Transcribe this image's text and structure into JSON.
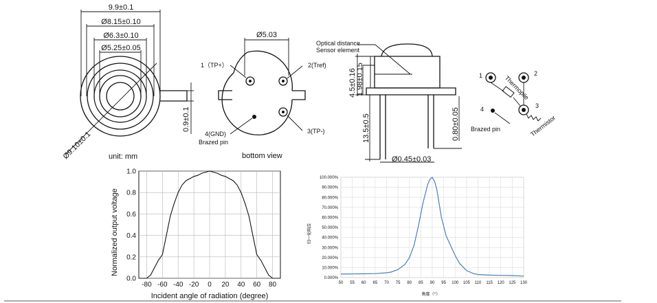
{
  "top_view": {
    "dims": [
      "9.9±0.1",
      "Ø8.15±0.10",
      "Ø6.3±0.10",
      "Ø5.25±0.05"
    ],
    "diag_dim": "Ø9.10±0.1",
    "side_dim": "0.9±0.1",
    "unit_label": "unit: mm"
  },
  "bottom_view": {
    "diameter": "Ø5.03",
    "pin1": "1（TP+）",
    "pin2": "2(Tref)",
    "pin3": "3(TP-)",
    "pin4_line1": "4(GND)",
    "pin4_line2": "Brazed pin",
    "caption": "bottom view"
  },
  "side_view": {
    "label_line1": "Optical distance",
    "label_line2": "Sensor element",
    "dim_height": "4.5±0.16",
    "dim_inner": "1.98±0.15",
    "dim_pin_len": "13.5±0.5",
    "dim_pin_w": "0.80±0.05",
    "dim_pin_dia": "Ø0.45±0.03"
  },
  "schematic": {
    "n1": "1",
    "n2": "2",
    "n3": "3",
    "n4": "4",
    "thermopile": "Thermopile",
    "thermistor": "Thermistor",
    "brazed": "Brazed pin"
  },
  "chart_data": [
    {
      "type": "line",
      "title": "",
      "xlabel": "Incident angle of radiation (degree)",
      "ylabel": "Normalized output voltage",
      "xlim": [
        -90,
        90
      ],
      "ylim": [
        0,
        1.0
      ],
      "xticks": [
        "-80",
        "-60",
        "-40",
        "-20",
        "0",
        "20",
        "40",
        "60",
        "80"
      ],
      "yticks": [
        "0.0",
        "0.2",
        "0.4",
        "0.6",
        "0.8",
        "1.0"
      ],
      "grid": true,
      "series": [
        {
          "x": [
            -90,
            -80,
            -75,
            -70,
            -65,
            -60,
            -55,
            -50,
            -45,
            -40,
            -35,
            -30,
            -25,
            -20,
            -15,
            -10,
            -5,
            0,
            5,
            10,
            15,
            20,
            25,
            30,
            35,
            40,
            45,
            50,
            55,
            60,
            65,
            70,
            75,
            80,
            90
          ],
          "y": [
            0.0,
            0.0,
            0.03,
            0.1,
            0.17,
            0.22,
            0.4,
            0.58,
            0.7,
            0.8,
            0.87,
            0.91,
            0.93,
            0.95,
            0.96,
            0.98,
            0.99,
            1.0,
            0.99,
            0.98,
            0.96,
            0.95,
            0.93,
            0.91,
            0.87,
            0.8,
            0.7,
            0.58,
            0.4,
            0.22,
            0.17,
            0.1,
            0.03,
            0.0,
            0.0
          ]
        }
      ]
    },
    {
      "type": "line",
      "title": "",
      "xlabel": "角度（°）",
      "ylabel": "归一化响应",
      "xlim": [
        50,
        130
      ],
      "ylim": [
        0,
        100
      ],
      "xticks": [
        "50",
        "55",
        "60",
        "65",
        "70",
        "75",
        "80",
        "85",
        "90",
        "95",
        "100",
        "105",
        "110",
        "115",
        "120",
        "125",
        "130"
      ],
      "yticks": [
        "0.000%",
        "10.000%",
        "20.000%",
        "30.000%",
        "40.000%",
        "50.000%",
        "60.000%",
        "70.000%",
        "80.000%",
        "90.000%",
        "100.000%"
      ],
      "grid": true,
      "color": "#4a7ebb",
      "series": [
        {
          "x": [
            50,
            55,
            60,
            65,
            70,
            72,
            75,
            78,
            80,
            82,
            84,
            86,
            88,
            89,
            90,
            91,
            92,
            94,
            96,
            98,
            100,
            102,
            105,
            108,
            110,
            115,
            120,
            125,
            130
          ],
          "y": [
            3.5,
            3.6,
            3.8,
            4.0,
            4.8,
            5.5,
            8.0,
            13.0,
            20.0,
            32.0,
            52.0,
            75.0,
            93.0,
            98.0,
            100.0,
            96.0,
            88.0,
            60.0,
            42.0,
            32.0,
            22.0,
            14.0,
            7.0,
            4.0,
            3.0,
            2.5,
            2.2,
            2.0,
            1.5
          ]
        }
      ]
    }
  ]
}
